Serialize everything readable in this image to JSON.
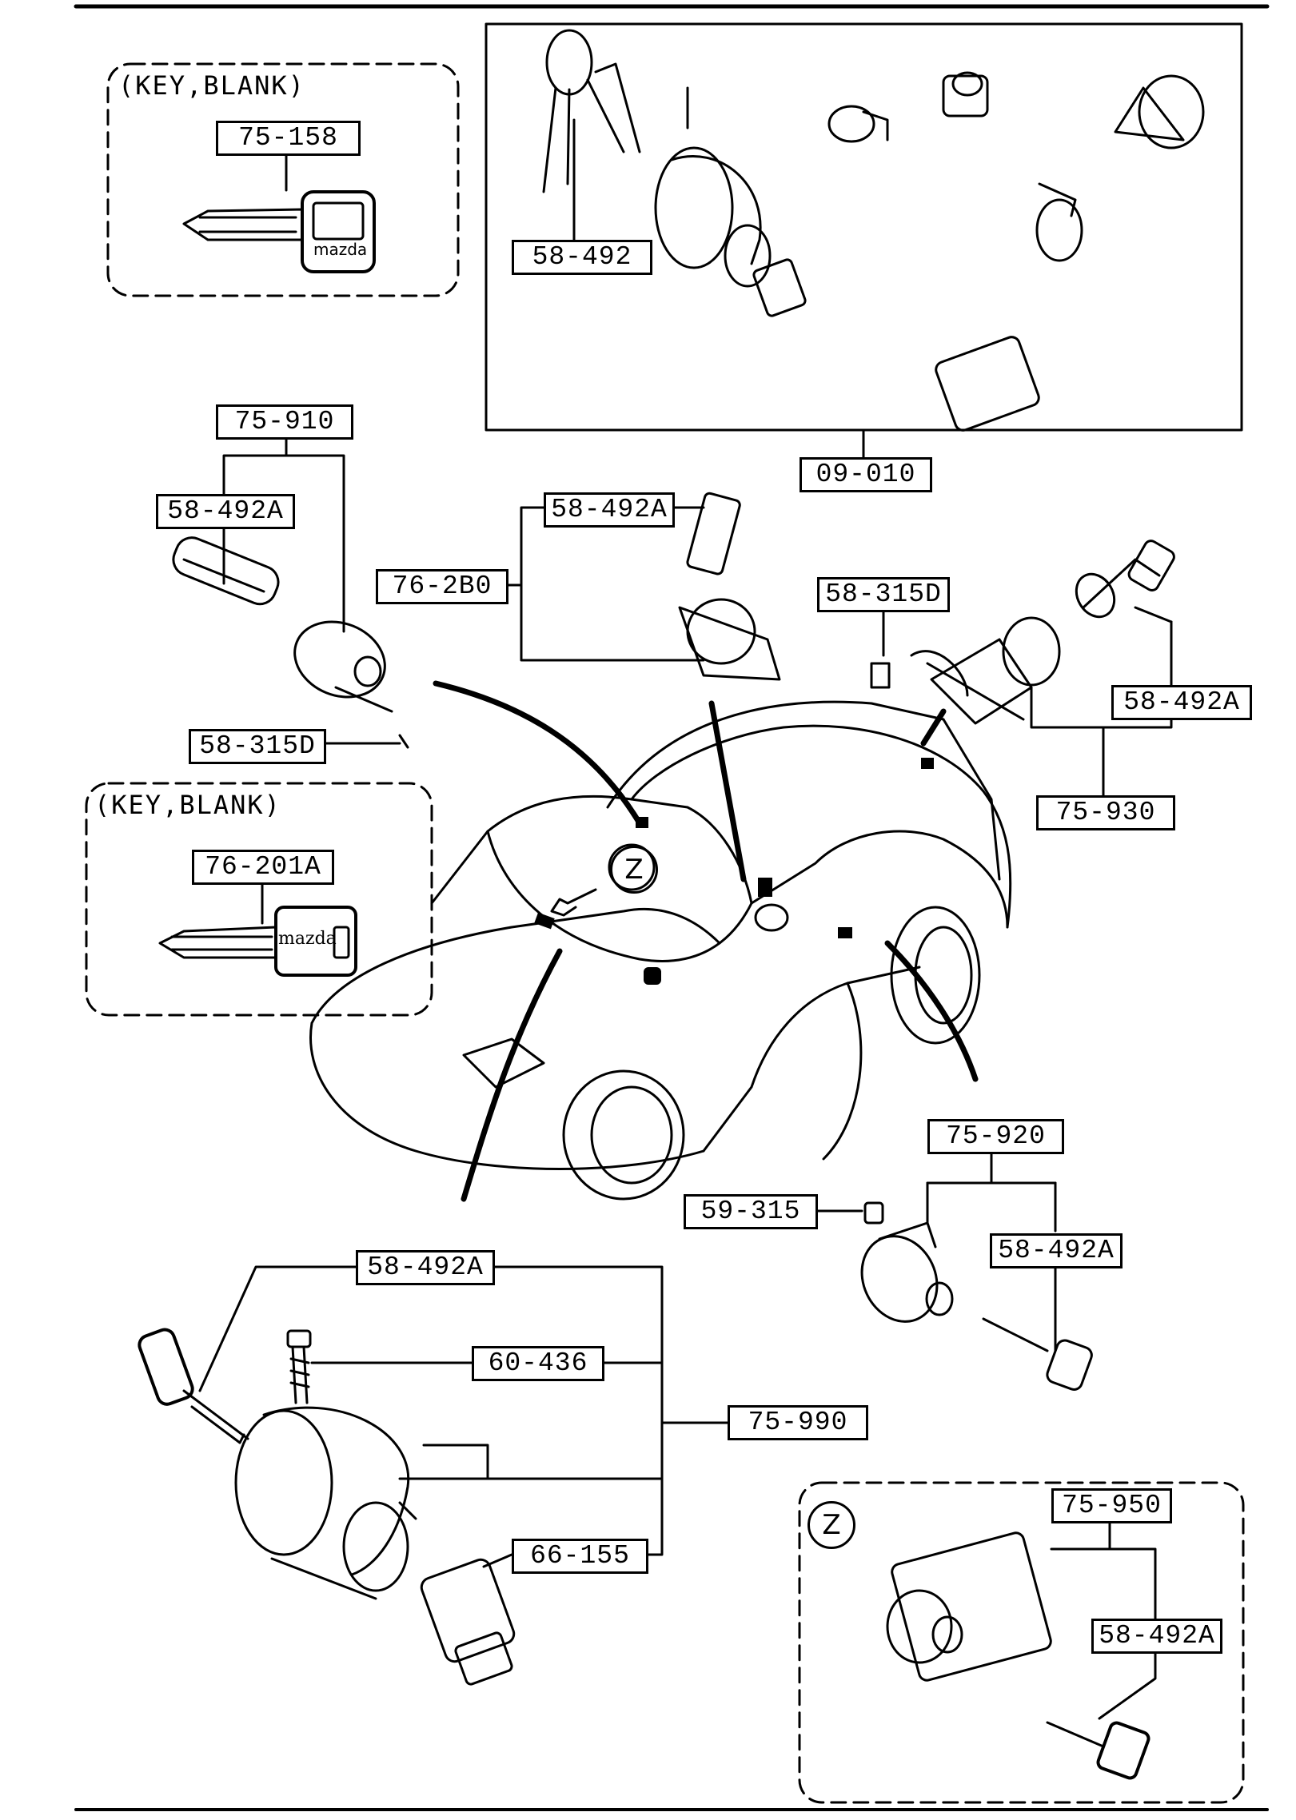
{
  "labels": {
    "key_blank_1": "75-158",
    "set_key": "58-492",
    "key_blank_2": "76-201A",
    "lock_set": "09-010",
    "door_cyl_l": "75-910",
    "key_l": "58-492A",
    "clip_l": "58-315D",
    "glove_set": "76-2B0",
    "key_glove": "58-492A",
    "clip_r": "58-315D",
    "key_r": "58-492A",
    "door_cyl_r": "75-930",
    "trunk_cyl": "75-920",
    "clip_trunk": "59-315",
    "key_trunk": "58-492A",
    "key_ign": "58-492A",
    "bolt_ign": "60-436",
    "ign_switch": "75-990",
    "ign_cyl": "66-155",
    "z_lock": "75-950",
    "key_z": "58-492A"
  },
  "captions": {
    "key_blank_a": "(KEY,BLANK)",
    "key_blank_b": "(KEY,BLANK)"
  },
  "brand_text": {
    "key_a": "mazda",
    "key_b": "mazda"
  },
  "markers": {
    "z_car": "Z",
    "z_box": "Z"
  }
}
